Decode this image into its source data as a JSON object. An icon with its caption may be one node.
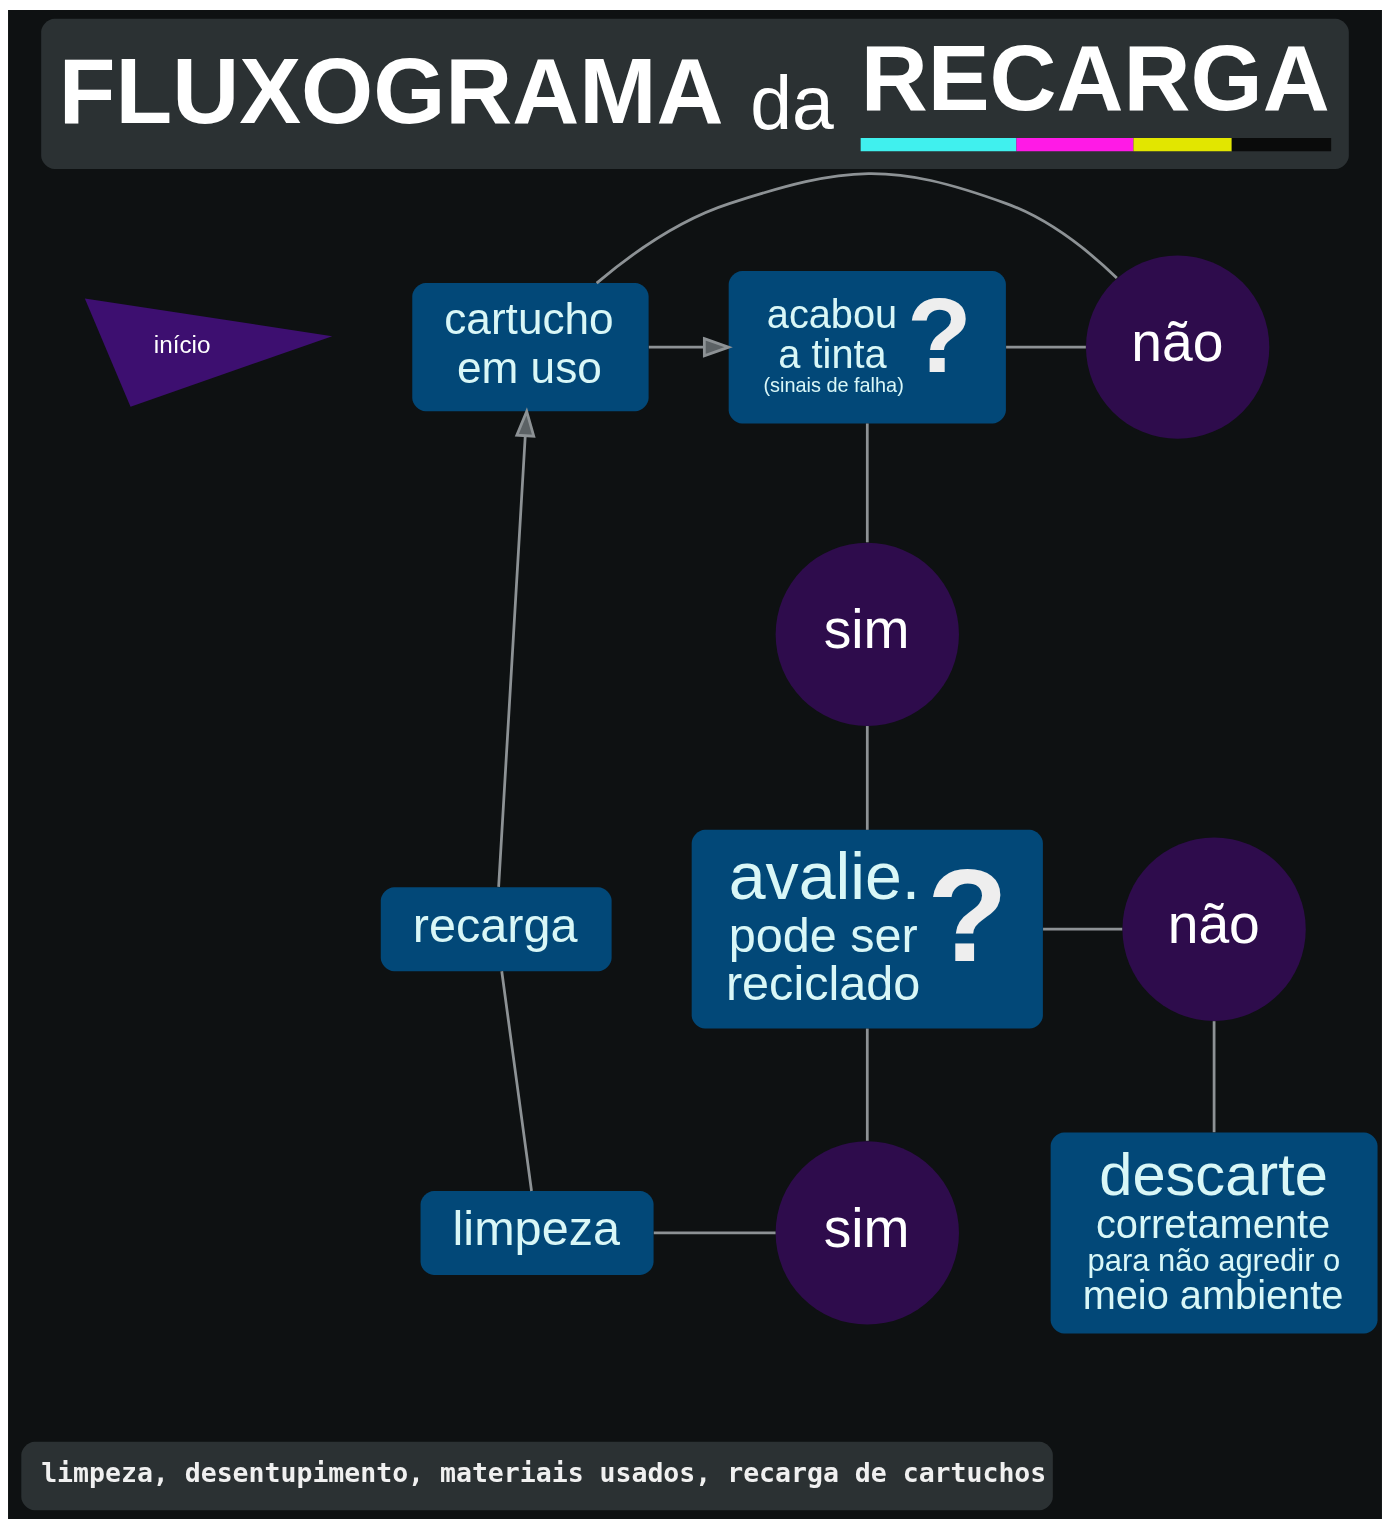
{
  "diagram": {
    "title": "FLUXOGRAMA da RECARGA",
    "caption": "limpeza, desentupimento, materiais usados, recarga de cartuchos",
    "nodes": [
      {
        "text": [
          "início"
        ]
      },
      {
        "text": [
          "cartucho em uso"
        ]
      },
      {
        "text": [
          "acabou a tinta",
          "(sinais de falha)",
          "?"
        ]
      },
      {
        "text": [
          "não"
        ]
      },
      {
        "text": [
          "sim"
        ]
      },
      {
        "text": [
          "recarga"
        ]
      },
      {
        "text": [
          "avalie.",
          "pode ser reciclado",
          "?"
        ]
      },
      {
        "text": [
          "não"
        ]
      },
      {
        "text": [
          "limpeza"
        ]
      },
      {
        "text": [
          "sim"
        ]
      },
      {
        "text": [
          "descarte corretamente para não agredir o meio ambiente"
        ]
      }
    ],
    "edges": [
      {
        "from": 1,
        "to": 2,
        "arrow": "to"
      },
      {
        "from": 2,
        "to": 3,
        "arrow": "none"
      },
      {
        "from": 3,
        "to": 1,
        "arrow": "none"
      },
      {
        "from": 2,
        "to": 4,
        "arrow": "none"
      },
      {
        "from": 4,
        "to": 6,
        "arrow": "none"
      },
      {
        "from": 6,
        "to": 7,
        "arrow": "none"
      },
      {
        "from": 7,
        "to": 10,
        "arrow": "none"
      },
      {
        "from": 6,
        "to": 9,
        "arrow": "none"
      },
      {
        "from": 9,
        "to": 8,
        "arrow": "none"
      },
      {
        "from": 8,
        "to": 5,
        "arrow": "none"
      },
      {
        "from": 5,
        "to": 1,
        "arrow": "to"
      }
    ]
  }
}
